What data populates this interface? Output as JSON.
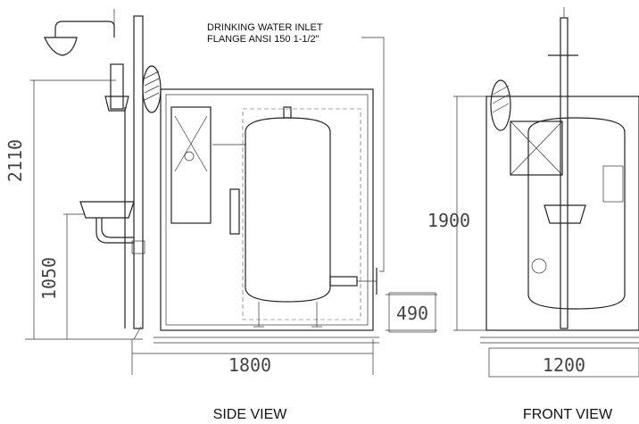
{
  "annotations": {
    "inlet_line1": "DRINKING WATER INLET",
    "inlet_line2": "FLANGE ANSI 150   1-1/2\""
  },
  "dimensions": {
    "side_total_height": "2110",
    "side_basin_height": "1050",
    "side_width": "1800",
    "side_inlet_height": "490",
    "front_height": "1900",
    "front_width": "1200"
  },
  "views": {
    "side": "SIDE VIEW",
    "front": "FRONT VIEW"
  }
}
